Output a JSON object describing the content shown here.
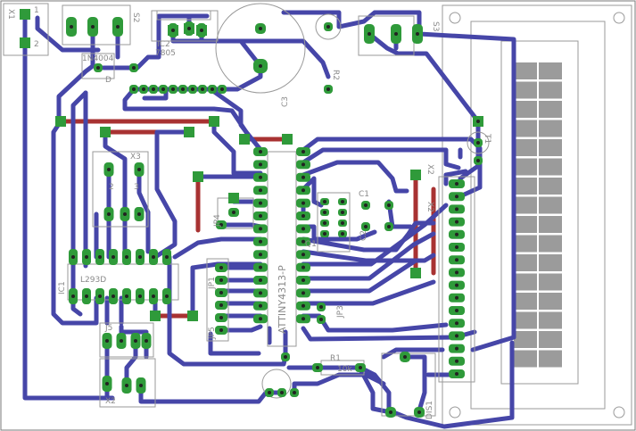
{
  "board": {
    "labels": {
      "x1": "X1",
      "s2": "S2",
      "s3": "S3",
      "ic2": "IC2",
      "reg": "7805",
      "diode": "1N4004",
      "d": "D",
      "c3": "C3",
      "r2": "R2",
      "x3": "X3",
      "n2": "2",
      "n3": "3",
      "jp4": "JP4",
      "jp1": "JP1",
      "jp5": "JP5",
      "jp3": "JP3",
      "ic1": "IC1",
      "l293": "L293D",
      "mcu": "ATTINY4313-P",
      "c1": "C1",
      "q1": "Q1",
      "c2": "C2",
      "r1": "R1",
      "r1v": "10k",
      "x2": "X2",
      "t1": "T1",
      "dis1": "DIS1",
      "nu1": "1",
      "nu2": "2",
      "cx2": "X2",
      "j5": "J5"
    }
  },
  "colors": {
    "trace": "#4646a8",
    "jumper": "#a83232",
    "pad": "#2f9a3a",
    "silkscreen": "#9a9a9a"
  }
}
